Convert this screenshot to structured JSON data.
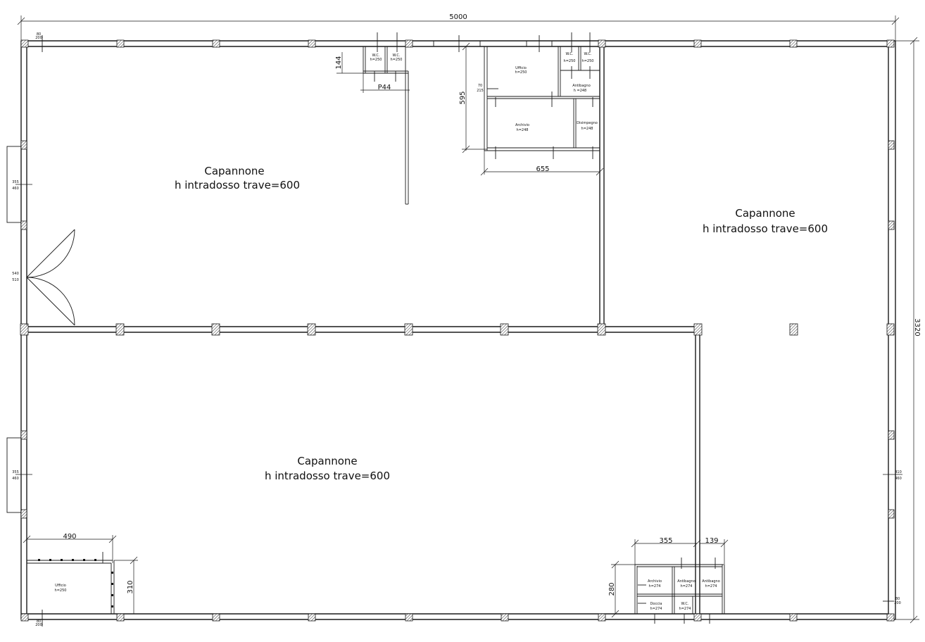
{
  "overall_dimensions": {
    "width": "5000",
    "height": "3320"
  },
  "halls": [
    {
      "name": "Capannone",
      "height_note": "h intradosso trave=600"
    },
    {
      "name": "Capannone",
      "height_note": "h intradosso trave=600"
    },
    {
      "name": "Capannone",
      "height_note": "h intradosso trave=600"
    }
  ],
  "dimensions": {
    "wc_block_height": "144",
    "wc_block_width": "P44",
    "office_block_height": "595",
    "office_block_width": "655",
    "corner_office_width": "490",
    "corner_office_height": "310",
    "bottom_block_width": "355",
    "bottom_block_side": "139",
    "bottom_block_height": "280"
  },
  "openings": {
    "left_window_1": [
      "355",
      "460"
    ],
    "left_door": [
      "540",
      "510"
    ],
    "left_window_2": [
      "355",
      "460"
    ],
    "right_window": [
      "410",
      "460"
    ]
  },
  "rooms": {
    "top_office": {
      "name": "Ufficio",
      "height": "h=250"
    },
    "top_wc_1": {
      "name": "W.C.",
      "height": "h=250"
    },
    "top_wc_2": {
      "name": "W.C.",
      "height": "h=250"
    },
    "top_wc_3": {
      "name": "W.C.",
      "height": "h=250"
    },
    "top_wc_4": {
      "name": "W.C.",
      "height": "h=250"
    },
    "top_antibagno": {
      "name": "Antibagno",
      "height": "h =248"
    },
    "top_archivio": {
      "name": "Archivio",
      "height": "h=248"
    },
    "top_disimpegno": {
      "name": "Disimpegno",
      "height": "h=248"
    },
    "corner_office": {
      "name": "Ufficio",
      "height": "h=250"
    },
    "bottom_archivio": {
      "name": "Archivio",
      "height": "h=274"
    },
    "bottom_antibagno_1": {
      "name": "Antibagno",
      "height": "h=274"
    },
    "bottom_antibagno_2": {
      "name": "Antibagno",
      "height": "h=274"
    },
    "bottom_doccia": {
      "name": "Doccia",
      "height": "h=274"
    },
    "bottom_wc": {
      "name": "W.C.",
      "height": "h=274"
    }
  },
  "small_marks": {
    "side_note": [
      "70",
      "215"
    ],
    "top_left": [
      "80",
      "200"
    ],
    "bottom_left": [
      "80",
      "200"
    ],
    "bottom_right": [
      "80",
      "200"
    ]
  }
}
